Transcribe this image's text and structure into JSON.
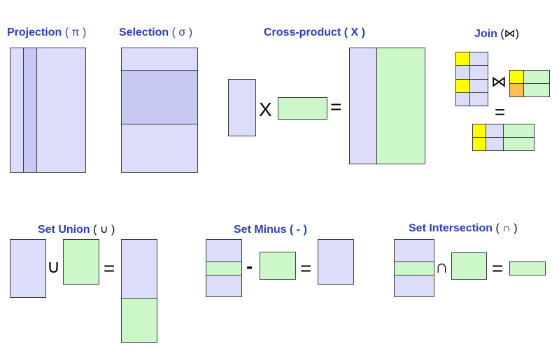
{
  "projection": {
    "title": "Projection",
    "symbol": "( π )"
  },
  "selection": {
    "title": "Selection",
    "symbol": "( σ )"
  },
  "cross": {
    "title": "Cross-product",
    "symbol": "( X )",
    "times": "X",
    "equals": "="
  },
  "join": {
    "title": "Join",
    "symbol": "(⋈)",
    "operator": "⋈",
    "equals": "="
  },
  "union": {
    "title": "Set Union",
    "symbol": "( ∪ )",
    "operator": "∪",
    "equals": "="
  },
  "minus": {
    "title": "Set Minus",
    "symbol": "( - )",
    "operator": "-",
    "equals": "="
  },
  "intersection": {
    "title": "Set Intersection",
    "symbol": "( ∩ )",
    "operator": "∩",
    "equals": "="
  },
  "colors": {
    "relation": "#dcdcfb",
    "highlight": "#c7c8f3",
    "second_relation": "#ccf7c9",
    "key_a": "#ffff00",
    "key_b": "#ffbf55",
    "title": "#2b3fb5"
  }
}
